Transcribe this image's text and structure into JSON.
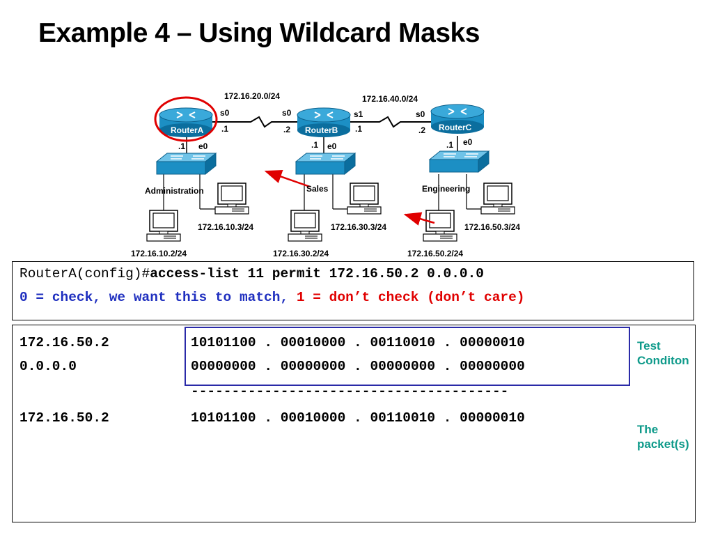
{
  "title": "Example 4 – Using Wildcard Masks",
  "diagram": {
    "networks": {
      "ab_link": "172.16.20.0/24",
      "bc_link": "172.16.40.0/24"
    },
    "routers": {
      "a": {
        "name": "RouterA",
        "s0": "s0",
        "s0_ip": ".1",
        "e0": "e0",
        "e0_ip": ".1"
      },
      "b": {
        "name": "RouterB",
        "s0": "s0",
        "s0_ip": ".2",
        "s1": "s1",
        "s1_ip": ".1",
        "e0": "e0",
        "e0_ip": ".1"
      },
      "c": {
        "name": "RouterC",
        "s0": "s0",
        "s0_ip": ".2",
        "e0": "e0",
        "e0_ip": ".1"
      }
    },
    "lans": {
      "administration": {
        "name": "Administration",
        "host1": "172.16.10.3/24",
        "host2": "172.16.10.2/24"
      },
      "sales": {
        "name": "Sales",
        "host1": "172.16.30.3/24",
        "host2": "172.16.30.2/24"
      },
      "engineering": {
        "name": "Engineering",
        "host1": "172.16.50.3/24",
        "host2": "172.16.50.2/24"
      }
    }
  },
  "config": {
    "prompt": "RouterA(config)#",
    "command": "access-list 11 permit 172.16.50.2 0.0.0.0",
    "legend_zero": "0 = check, we want this to match,",
    "legend_one": "1 = don’t check (don’t care)"
  },
  "comparison": {
    "rows": [
      {
        "label": "172.16.50.2",
        "bits": "10101100 . 00010000 . 00110010 . 00000010"
      },
      {
        "label": "0.0.0.0",
        "bits": "00000000 . 00000000 . 00000000 . 00000000"
      },
      {
        "label": "",
        "bits": "---------------------------------------"
      },
      {
        "label": "172.16.50.2",
        "bits": "10101100 . 00010000 . 00110010 . 00000010"
      }
    ],
    "test_label_1": "Test",
    "test_label_2": "Conditon",
    "packet_label_1": "The",
    "packet_label_2": "packet(s)"
  },
  "colors": {
    "router": "#1c8fc4",
    "router_dark": "#0b5f8a",
    "switch": "#2a9bd0",
    "highlight_circle": "#e00000",
    "arrow": "#e00000",
    "legend_blue": "#1f2fbf",
    "teal": "#0e9a8a",
    "box_border": "#2a2aa8"
  }
}
